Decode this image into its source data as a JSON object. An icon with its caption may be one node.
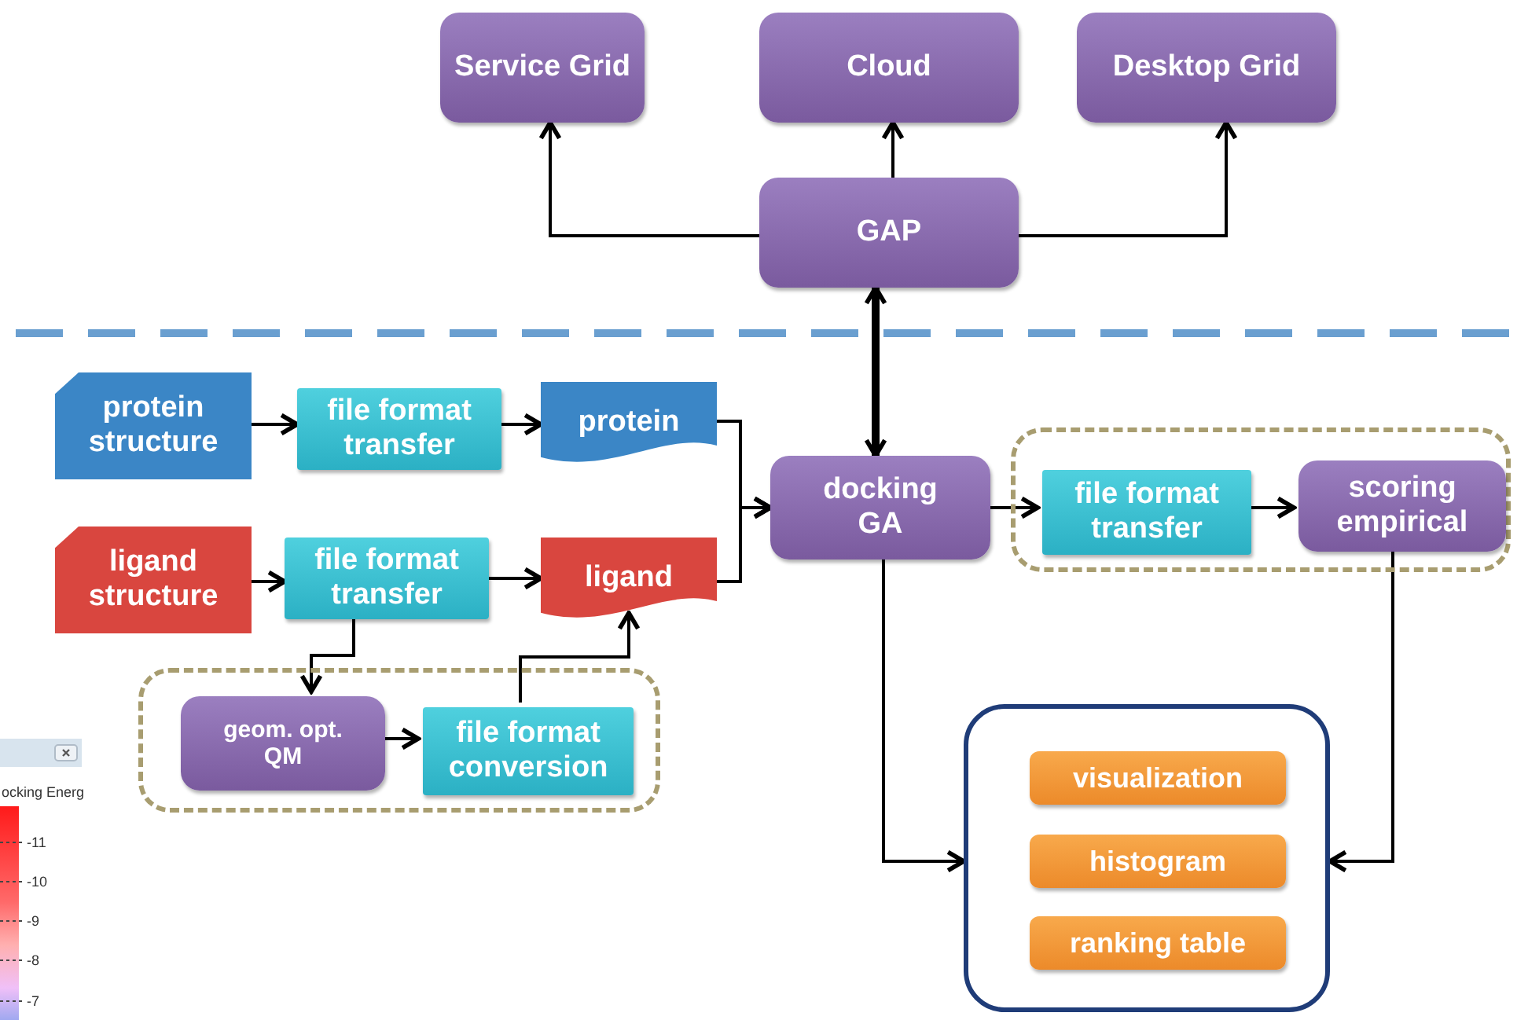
{
  "diagram": {
    "nodes": [
      {
        "text": [
          "Service Grid"
        ]
      },
      {
        "text": [
          "Cloud"
        ]
      },
      {
        "text": [
          "Desktop Grid"
        ]
      },
      {
        "text": [
          "GAP"
        ]
      },
      {
        "text": [
          "protein structure"
        ]
      },
      {
        "text": [
          "file format transfer"
        ]
      },
      {
        "text": [
          "protein"
        ]
      },
      {
        "text": [
          "ligand structure"
        ]
      },
      {
        "text": [
          "file format transfer"
        ]
      },
      {
        "text": [
          "ligand"
        ]
      },
      {
        "text": [],
        "shape": "box"
      },
      {
        "text": [
          "geom. opt. QM"
        ],
        "in": 10
      },
      {
        "text": [
          "file format conversion"
        ],
        "in": 10
      },
      {
        "text": [
          "docking GA"
        ]
      },
      {
        "text": [],
        "shape": "box"
      },
      {
        "text": [
          "file format transfer"
        ],
        "in": 14
      },
      {
        "text": [
          "scoring empirical"
        ],
        "in": 14
      },
      {
        "text": [],
        "shape": "box"
      },
      {
        "text": [
          "visualization"
        ],
        "in": 17
      },
      {
        "text": [
          "histogram"
        ],
        "in": 17
      },
      {
        "text": [
          "ranking table"
        ],
        "in": 17
      }
    ],
    "edges": [
      {
        "from": 3,
        "to": 0,
        "arrow": "to"
      },
      {
        "from": 3,
        "to": 1,
        "arrow": "to"
      },
      {
        "from": 3,
        "to": 2,
        "arrow": "to"
      },
      {
        "from": 13,
        "to": 3,
        "arrow": "both",
        "style": "thick"
      },
      {
        "from": 4,
        "to": 5,
        "arrow": "to"
      },
      {
        "from": 5,
        "to": 6,
        "arrow": "to"
      },
      {
        "from": 7,
        "to": 8,
        "arrow": "to"
      },
      {
        "from": 8,
        "to": 9,
        "arrow": "to"
      },
      {
        "from": 6,
        "to": 13,
        "arrow": "to"
      },
      {
        "from": 9,
        "to": 13,
        "arrow": "to"
      },
      {
        "from": 8,
        "to": 11,
        "arrow": "to"
      },
      {
        "from": 11,
        "to": 12,
        "arrow": "to"
      },
      {
        "from": 12,
        "to": 9,
        "arrow": "to"
      },
      {
        "from": 13,
        "to": 15,
        "arrow": "to"
      },
      {
        "from": 15,
        "to": 16,
        "arrow": "to"
      },
      {
        "from": 13,
        "to": 17,
        "arrow": "to"
      },
      {
        "from": 16,
        "to": 17,
        "arrow": "to"
      }
    ],
    "labels": [
      "ocking Energ",
      "-11",
      "-10",
      "-9",
      "-8",
      "-7"
    ]
  }
}
